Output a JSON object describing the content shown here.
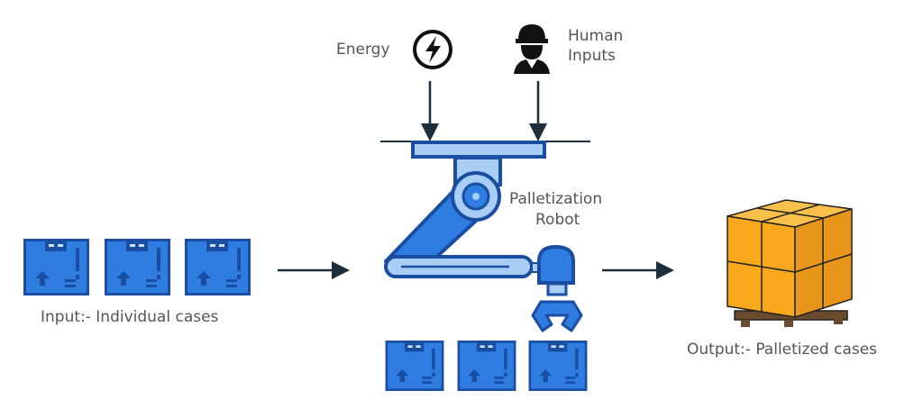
{
  "labels": {
    "energy": "Energy",
    "human_inputs_line1": "Human",
    "human_inputs_line2": "Inputs",
    "robot_line1": "Palletization",
    "robot_line2": "Robot",
    "input": "Input:- Individual cases",
    "output": "Output:- Palletized cases"
  },
  "colors": {
    "box_dark": "#1a4ea3",
    "box_fill": "#2f7de0",
    "robot_light": "#a9cdf5",
    "pallet_orange": "#f7a81b",
    "arrow": "#1d2e3d",
    "text": "#555555"
  }
}
